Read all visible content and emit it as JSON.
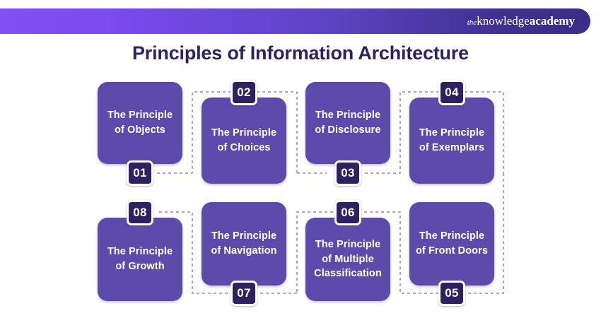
{
  "header": {
    "brand": {
      "the": "the",
      "knowledge": "knowledge",
      "academy": "academy"
    },
    "gradient_start": "#8150f2",
    "gradient_end": "#3a2d86"
  },
  "title": "Principles of Information Architecture",
  "colors": {
    "card_fill": "#5c4bab",
    "badge_fill": "#2d2160",
    "title_text": "#2d2160",
    "connector": "#7a6fd0",
    "background": "#ffffff"
  },
  "diagram": {
    "type": "flow",
    "rows": 2,
    "columns": 4,
    "cards": [
      {
        "number": "01",
        "label": "The Principle of Objects",
        "badge_position": "bottom",
        "row": 1,
        "column": 1
      },
      {
        "number": "02",
        "label": "The Principle of Choices",
        "badge_position": "top",
        "row": 1,
        "column": 2
      },
      {
        "number": "03",
        "label": "The Principle of Disclosure",
        "badge_position": "bottom",
        "row": 1,
        "column": 3
      },
      {
        "number": "04",
        "label": "The Principle of Exemplars",
        "badge_position": "top",
        "row": 1,
        "column": 4
      },
      {
        "number": "05",
        "label": "The Principle of Front Doors",
        "badge_position": "bottom",
        "row": 2,
        "column": 4
      },
      {
        "number": "06",
        "label": "The Principle of Multiple Classification",
        "badge_position": "top",
        "row": 2,
        "column": 3
      },
      {
        "number": "07",
        "label": "The Principle of Navigation",
        "badge_position": "bottom",
        "row": 2,
        "column": 2
      },
      {
        "number": "08",
        "label": "The Principle of Growth",
        "badge_position": "top",
        "row": 2,
        "column": 1
      }
    ]
  }
}
